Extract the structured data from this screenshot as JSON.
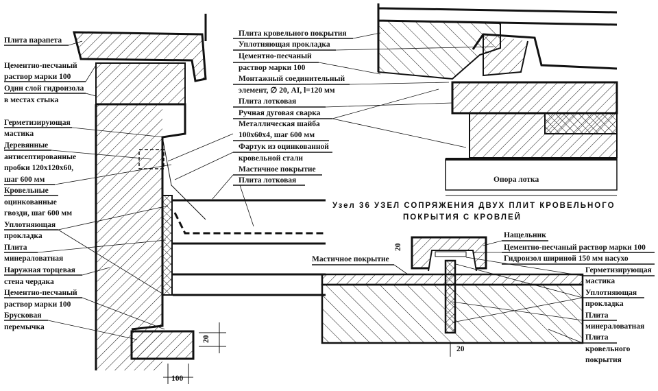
{
  "left_detail": {
    "labels": [
      "Плита парапета",
      "Цементно-песчаный",
      "раствор марки 100",
      "Один слой гидроизола",
      "в местах стыка",
      "Герметизирующая",
      "мастика",
      "Деревянные",
      "антисептированные",
      "пробки 120х120х60,",
      "шаг 600 мм",
      "Кровельные",
      "оцинкованные",
      "гвозди, шаг 600 мм",
      "Уплотняющая",
      "прокладка",
      "Плита",
      "минераловатная",
      "Наружная торцевая",
      "стена чердака",
      "Цементно-песчаный",
      "раствор марки 100",
      "Брусковая",
      "перемычка"
    ],
    "dim_20": "20",
    "dim_100": "100"
  },
  "middle_labels": [
    "Плита кровельного покрытия",
    "Уплотняющая прокладка",
    "Цементно-песчаный",
    "раствор марки 100",
    "Монтажный соединительный",
    "элемент, ∅ 20, AI, l=120 мм",
    "Плита лотковая",
    "Ручная дуговая сварка",
    "Металлическая шайба",
    "100х60х4, шаг 600 мм",
    "Фартук из оцинкованной",
    "кровельной стали",
    "Мастичное покрытие",
    "Плита лотковая"
  ],
  "top_right": {
    "support_label": "Опора  лотка"
  },
  "node36": {
    "title_line1": "Узел 36   УЗЕЛ СОПРЯЖЕНИЯ ДВУХ ПЛИТ КРОВЕЛЬНОГО",
    "title_line2": "ПОКРЫТИЯ  С КРОВЛЕЙ",
    "labels": [
      "Нащельник",
      "Цементно-песчаный раствор марки 100",
      "Гидроизол шириной 150 мм насухо",
      "Герметизирующая",
      "мастика",
      "Уплотняющая",
      "прокладка",
      "Плита",
      "минераловатная",
      "Плита",
      "кровельного",
      "покрытия"
    ],
    "left_label": "Мастичное покрытие",
    "dim_top": "20",
    "dim_bottom": "20"
  }
}
